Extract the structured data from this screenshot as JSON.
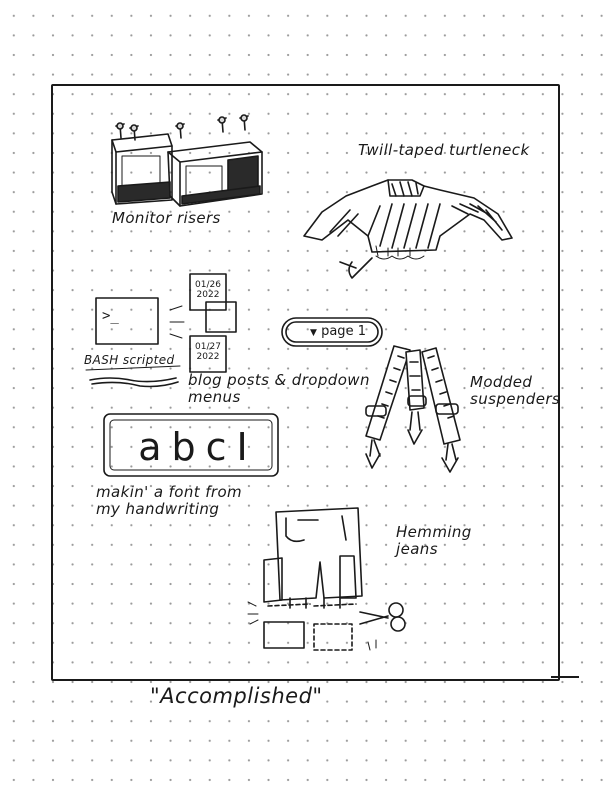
{
  "labels": {
    "monitor_risers": "Monitor risers",
    "turtleneck": "Twill-taped turtleneck",
    "bash": "BASH scripted",
    "blog_posts": "blog posts & dropdown\nmenus",
    "suspenders": "Modded\nsuspenders",
    "font": "makin' a font from\nmy handwriting",
    "jeans": "Hemming\njeans"
  },
  "dropdown": {
    "arrow": "▼",
    "label": "page 1"
  },
  "dates": [
    "01/26\n2022",
    "01/27\n2022"
  ],
  "terminal": {
    "prompt": ">_"
  },
  "font_sample": "abcI",
  "caption": "\"Accomplished\""
}
